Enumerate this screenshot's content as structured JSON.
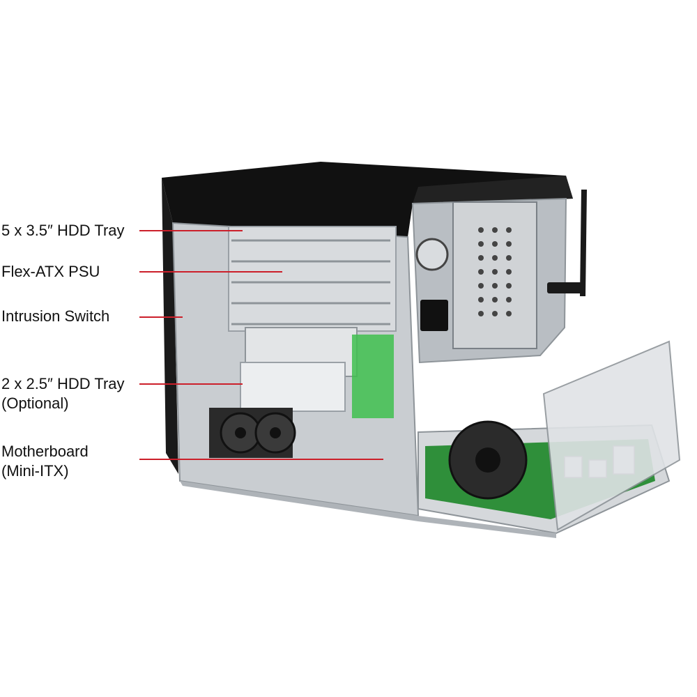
{
  "colors": {
    "leader_line": "#cc1f2a",
    "case_black": "#111111",
    "metal": "#c9cdd1",
    "metal_dark": "#8e9499",
    "pcb_green": "#2f8f3a",
    "highlight_green": "#3fbf4f"
  },
  "callouts": [
    {
      "id": "hdd35",
      "lines": [
        "5 x 3.5″ HDD Tray"
      ]
    },
    {
      "id": "psu",
      "lines": [
        "Flex-ATX PSU"
      ]
    },
    {
      "id": "intrusion",
      "lines": [
        "Intrusion Switch"
      ]
    },
    {
      "id": "hdd25",
      "lines": [
        "2 x 2.5″ HDD Tray",
        "(Optional)"
      ]
    },
    {
      "id": "motherboard",
      "lines": [
        "Motherboard",
        "(Mini-ITX)"
      ]
    }
  ]
}
